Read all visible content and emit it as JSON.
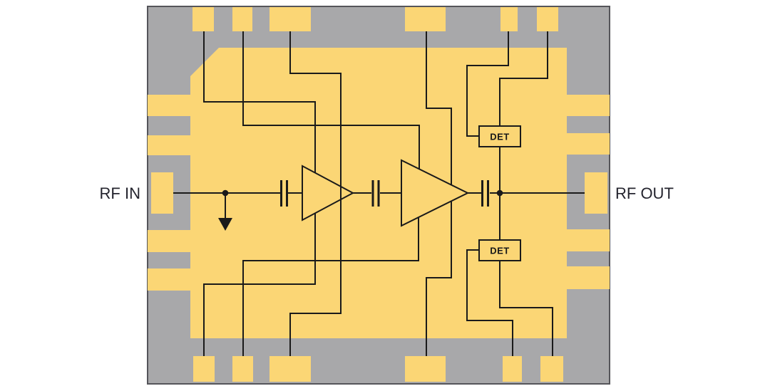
{
  "figure": {
    "type": "mmic-functional-block-diagram",
    "labels": {
      "rf_in": "RF IN",
      "rf_out": "RF OUT",
      "det_top": "DET",
      "det_bottom": "DET"
    },
    "components": {
      "amplifier_stages": 2,
      "dc_block_capacitors": 3,
      "power_detectors": 2,
      "rf_ground_terminations": 1,
      "top_bond_pads": 6,
      "bottom_bond_pads": 6,
      "left_edge_fingers": 4,
      "right_edge_fingers": 4
    },
    "colors": {
      "die": "#A8A8AA",
      "die_border": "#55555A",
      "metal": "#FBD675",
      "wire": "#1A1A1A",
      "label": "#24242E"
    }
  }
}
